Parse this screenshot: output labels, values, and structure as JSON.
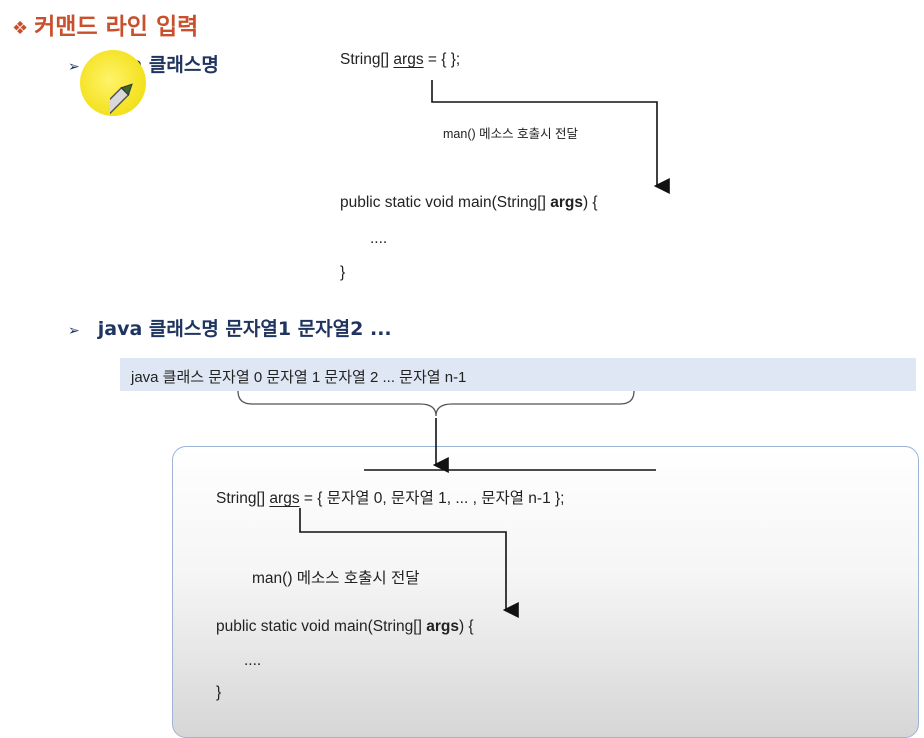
{
  "slide": {
    "title_bullet": "❖",
    "title": "커맨드 라인 입력",
    "section1": {
      "arrow": "➢",
      "heading": "java 클래스명",
      "args_line_prefix": "String[] ",
      "args_word": "args",
      "args_line_suffix": " = { };",
      "call_note": "man() 메소스 호출시 전달",
      "main_prefix": "public static void main(String[] ",
      "main_args": "args",
      "main_suffix": ") {",
      "body": "....",
      "close_brace": "}"
    },
    "section2": {
      "arrow": "➢",
      "heading": "java 클래스명 문자열1 문자열2 ...",
      "command_line": "java 클래스  문자열 0    문자열 1    문자열 2    ...    문자열 n-1",
      "args_prefix": "String[] ",
      "args_word": "args",
      "args_suffix": " = {  문자열 0,  문자열 1, ... ,  문자열 n-1 };",
      "call_note": "man() 메소스  호출시  전달",
      "main_prefix": "public static void main(String[] ",
      "main_args": "args",
      "main_suffix": ") {",
      "body": "....",
      "close_brace": "}"
    }
  },
  "colors": {
    "title": "#c8502c",
    "heading": "#1f3560",
    "bar": "#dfe7f4",
    "panel_border": "#9db3d8"
  },
  "icons": {
    "cursor": "pen-cursor-icon"
  }
}
